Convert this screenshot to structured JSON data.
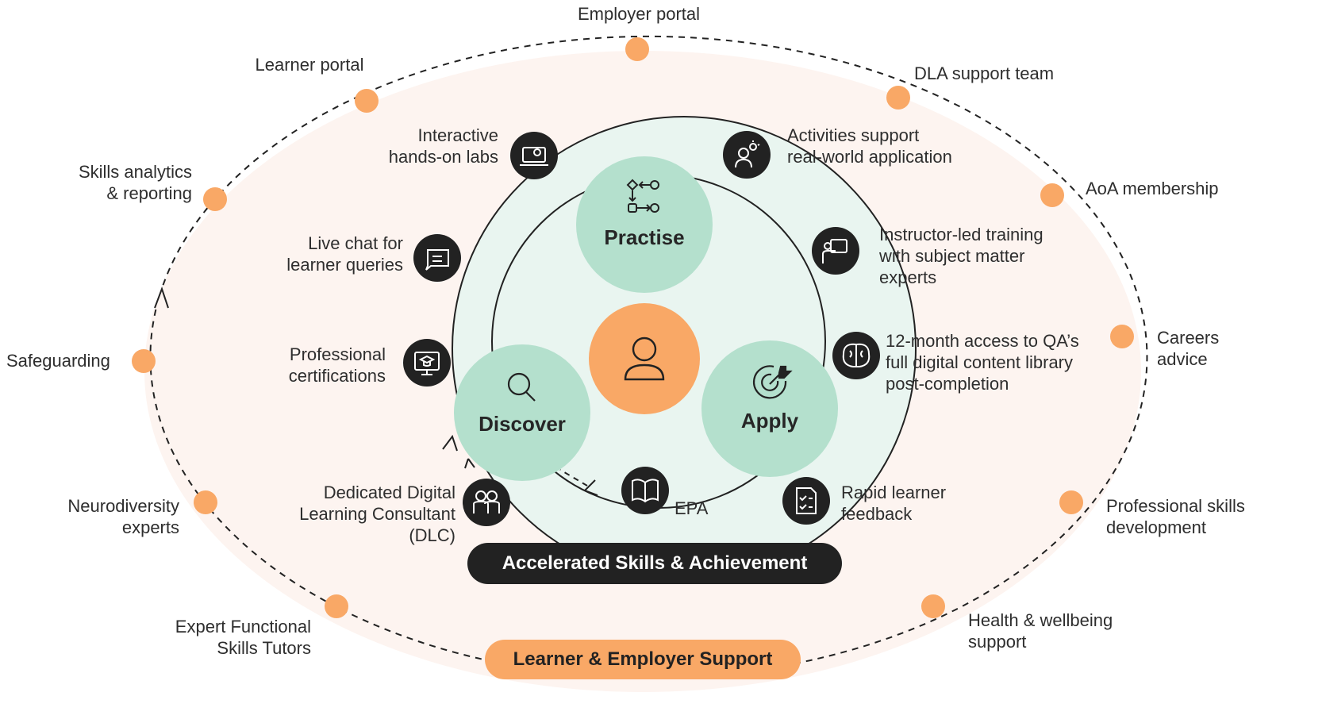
{
  "colors": {
    "outer_fill": "#fdf4f0",
    "orange": "#f9a866",
    "mint": "#b4e0cd",
    "inner_fill": "#e9f5f0",
    "dark": "#222222"
  },
  "outer_nodes": [
    {
      "id": "employer-portal",
      "label": "Employer portal"
    },
    {
      "id": "dla-support-team",
      "label": "DLA support team"
    },
    {
      "id": "aoa-membership",
      "label": "AoA membership"
    },
    {
      "id": "careers-advice",
      "label": "Careers\nadvice"
    },
    {
      "id": "professional-skills-development",
      "label": "Professional skills\ndevelopment"
    },
    {
      "id": "health-wellbeing-support",
      "label": "Health & wellbeing\nsupport"
    },
    {
      "id": "expert-functional-skills-tutors",
      "label": "Expert Functional\nSkills Tutors"
    },
    {
      "id": "neurodiversity-experts",
      "label": "Neurodiversity\nexperts"
    },
    {
      "id": "safeguarding",
      "label": "Safeguarding"
    },
    {
      "id": "skills-analytics-reporting",
      "label": "Skills analytics\n& reporting"
    },
    {
      "id": "learner-portal",
      "label": "Learner portal"
    }
  ],
  "inner_nodes": [
    {
      "id": "interactive-labs",
      "icon": "laptop-gear-icon",
      "label": "Interactive\nhands-on labs"
    },
    {
      "id": "activities-support",
      "icon": "person-lightbulb-icon",
      "label": "Activities support\nreal-world application"
    },
    {
      "id": "instructor-led-training",
      "icon": "presenter-board-icon",
      "label": "Instructor-led training\nwith subject matter\nexperts"
    },
    {
      "id": "content-library-access",
      "icon": "brain-icon",
      "label": "12-month access to QA’s\nfull digital content library\npost-completion"
    },
    {
      "id": "rapid-learner-feedback",
      "icon": "checklist-document-icon",
      "label": "Rapid learner\nfeedback"
    },
    {
      "id": "epa",
      "icon": "open-book-icon",
      "label": "EPA"
    },
    {
      "id": "dedicated-dlc",
      "icon": "two-people-icon",
      "label": "Dedicated Digital\nLearning Consultant\n(DLC)"
    },
    {
      "id": "professional-certifications",
      "icon": "graduation-screen-icon",
      "label": "Professional\ncertifications"
    },
    {
      "id": "live-chat",
      "icon": "chat-bubble-icon",
      "label": "Live chat for\nlearner queries"
    }
  ],
  "phases": {
    "practise": {
      "label": "Practise",
      "icon": "workflow-icon"
    },
    "discover": {
      "label": "Discover",
      "icon": "magnifier-icon"
    },
    "apply": {
      "label": "Apply",
      "icon": "target-dart-icon"
    },
    "center_icon": "person-icon"
  },
  "banners": {
    "inner": "Accelerated Skills & Achievement",
    "outer": "Learner & Employer Support"
  }
}
